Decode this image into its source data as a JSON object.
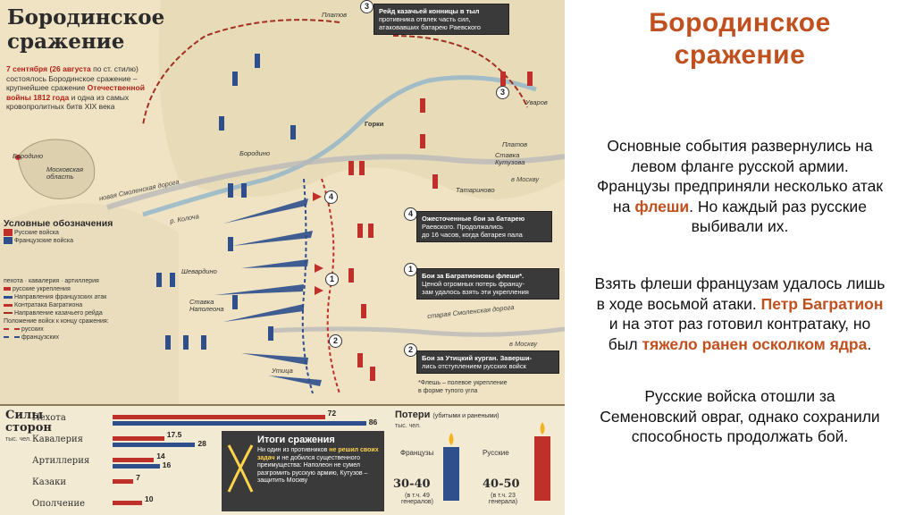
{
  "map": {
    "title_line1": "Бородинское",
    "title_line2": "сражение",
    "intro_date": "7 сентября (26 августа",
    "intro_date_tail": "по ст. стилю)",
    "intro_text1": "состоялось Бородинское сражение –",
    "intro_text2": "крупнейшее сражение",
    "intro_hl1": "Отечественной",
    "intro_hl2": "войны 1812 года",
    "intro_text3": "и одна из самых",
    "intro_text4": "кровопролитных битв XIX века",
    "notes": [
      {
        "num": "3",
        "text1": "Рейд казачьей конницы в тыл",
        "text2": "противника отвлек часть сил,",
        "text3": "атаковавших батарею Раевского"
      },
      {
        "num": "4",
        "text1": "Ожесточенные бои за батарею",
        "text2": "Раевского. Продолжались",
        "text3": "до 16 часов, когда батарея пала"
      },
      {
        "num": "1",
        "text1": "Бои за Багратионовы флеши*.",
        "text2": "Ценой огромных потерь францу-",
        "text3": "зам удалось взять эти укрепления"
      },
      {
        "num": "2",
        "text1": "Бои за Утицкий курган. Заверши-",
        "text2": "лись отступлением русских войск",
        "text3": ""
      }
    ],
    "flesh_note1": "*Флешь – полевое укрепление",
    "flesh_note2": "в форме тупого угла",
    "places": {
      "platov_top": "Платов",
      "uzarov": "Уварoв",
      "gorki": "Горки",
      "platov_mid": "Платов",
      "stavka_kutuzova": "Ставка Кутузова",
      "borodino": "Бородино",
      "tatarinovo": "Татариново",
      "shevardino": "Шевардино",
      "stavka_napoleona": "Ставка Наполеона",
      "utica": "Утица",
      "borodino_map": "Бородино",
      "moscow_region": "Московская область"
    },
    "roads": {
      "new_smolensk": "новая Смоленская дорога",
      "to_moscow1": "в Москву",
      "old_smolensk": "старая Смоленская дорога",
      "to_moscow2": "в Москву",
      "to_kolocha": "р. Колоча"
    },
    "legend": {
      "title": "Условные обозначения",
      "russian": "Русские войска",
      "french": "Французские войска",
      "infantry": "пехота",
      "cavalry": "кавалерия",
      "artillery": "артиллерия",
      "fortifications": "русские укрепления",
      "french_attacks": "Направления французских атак",
      "counterattack": "Контратака Багратиона",
      "cossack_raid": "Направление казачьего рейда",
      "positions": "Положение войск к концу сражения:",
      "pos_russian": "русских",
      "pos_french": "французских"
    }
  },
  "stats": {
    "title1": "Силы",
    "title2": "сторон",
    "unit": "тыс. чел.",
    "rows": [
      {
        "label": "Пехота",
        "ru": 72,
        "fr": 86
      },
      {
        "label": "Кавалерия",
        "ru": 17.5,
        "fr": 28
      },
      {
        "label": "Артиллерия",
        "ru": 14,
        "fr": 16
      },
      {
        "label": "Казаки",
        "ru": 7,
        "fr": null
      },
      {
        "label": "Ополчение",
        "ru": 10,
        "fr": null
      }
    ],
    "result_title": "Итоги сражения",
    "result_text1": "Ни один из противников",
    "result_hl": "не решил своих задач",
    "result_text2": "и не добился существенного преимущества:",
    "result_text3": "Наполеон не сумел разгромить русскую армию, Кутузов – защитить Москву",
    "loss_title": "Потери",
    "loss_title_sub": "(убитыми и ранеными)",
    "loss_unit": "тыс. чел.",
    "french_label": "Французы",
    "russian_label": "Русские",
    "french_loss": "30-40",
    "russian_loss": "40-50",
    "french_gen": "(в т.ч. 49 генералов)",
    "russian_gen": "(в т.ч. 23 генерала)",
    "colors": {
      "russian": "#c0302a",
      "french": "#2e4f8c"
    }
  },
  "panel": {
    "heading1": "Бородинское",
    "heading2": "сражение",
    "p1_l1": "Основные события развернулись на",
    "p1_l2": "левом фланге русской армии.",
    "p1_l3": "Французы предприняли несколько атак",
    "p1_l4a": "на",
    "p1_l4b": "флеши",
    "p1_l4c": ". Но каждый раз русские",
    "p1_l5": "выбивали их.",
    "p2_l1": "Взять флеши французам удалось лишь",
    "p2_l2a": "в ходе восьмой атаки.",
    "p2_l2b": "Петр Багратион",
    "p2_l3": "и на этот раз готовил контратаку, но",
    "p2_l4a": "был",
    "p2_l4b": "тяжело ранен осколком ядра",
    "p2_l4c": ".",
    "p3_l1": "Русские войска отошли за",
    "p3_l2": "Семеновский овраг, однако сохранили",
    "p3_l3": "способность продолжать бой.",
    "accent": "#c0501e"
  }
}
